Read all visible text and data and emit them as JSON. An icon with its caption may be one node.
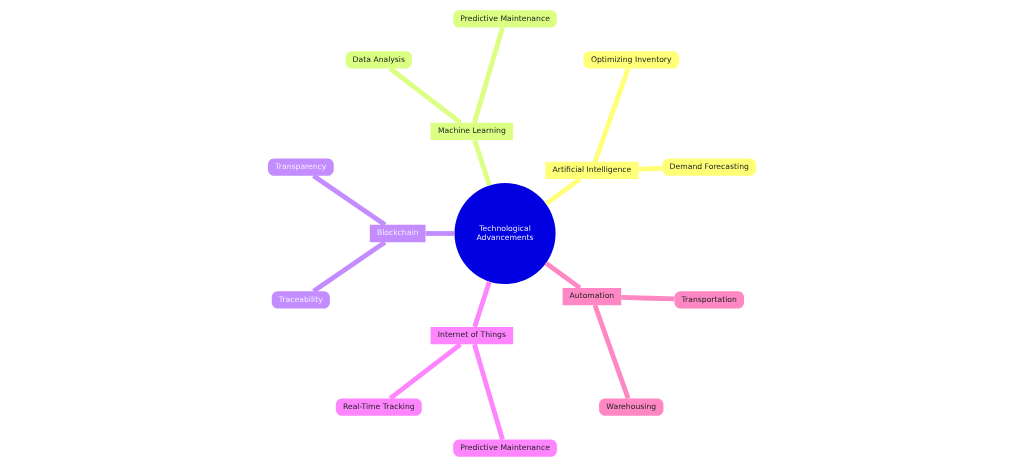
{
  "diagram": {
    "nodes": [
      {
        "text": [
          "Technological Advancements"
        ]
      },
      {
        "text": [
          "Artificial Intelligence"
        ]
      },
      {
        "text": [
          "Demand Forecasting"
        ]
      },
      {
        "text": [
          "Optimizing Inventory"
        ]
      },
      {
        "text": [
          "Machine Learning"
        ]
      },
      {
        "text": [
          "Predictive Maintenance"
        ]
      },
      {
        "text": [
          "Data Analysis"
        ]
      },
      {
        "text": [
          "Blockchain"
        ]
      },
      {
        "text": [
          "Transparency"
        ]
      },
      {
        "text": [
          "Traceability"
        ]
      },
      {
        "text": [
          "Internet of Things"
        ]
      },
      {
        "text": [
          "Real-Time Tracking"
        ]
      },
      {
        "text": [
          "Predictive Maintenance"
        ]
      },
      {
        "text": [
          "Automation"
        ]
      },
      {
        "text": [
          "Warehousing"
        ]
      },
      {
        "text": [
          "Transportation"
        ]
      }
    ],
    "edges": [
      {
        "from": 0,
        "to": 1,
        "arrow": "none",
        "color": "#ffff78"
      },
      {
        "from": 1,
        "to": 2,
        "arrow": "none",
        "color": "#ffff78"
      },
      {
        "from": 1,
        "to": 3,
        "arrow": "none",
        "color": "#ffff78"
      },
      {
        "from": 0,
        "to": 4,
        "arrow": "none",
        "color": "#daff82"
      },
      {
        "from": 4,
        "to": 5,
        "arrow": "none",
        "color": "#daff82"
      },
      {
        "from": 4,
        "to": 6,
        "arrow": "none",
        "color": "#daff82"
      },
      {
        "from": 0,
        "to": 7,
        "arrow": "none",
        "color": "#c38cff"
      },
      {
        "from": 7,
        "to": 8,
        "arrow": "none",
        "color": "#c38cff"
      },
      {
        "from": 7,
        "to": 9,
        "arrow": "none",
        "color": "#c38cff"
      },
      {
        "from": 0,
        "to": 10,
        "arrow": "none",
        "color": "#ff85ff"
      },
      {
        "from": 10,
        "to": 11,
        "arrow": "none",
        "color": "#ff85ff"
      },
      {
        "from": 10,
        "to": 12,
        "arrow": "none",
        "color": "#ff85ff"
      },
      {
        "from": 0,
        "to": 13,
        "arrow": "none",
        "color": "#ff88c4"
      },
      {
        "from": 13,
        "to": 14,
        "arrow": "none",
        "color": "#ff88c4"
      },
      {
        "from": 13,
        "to": 15,
        "arrow": "none",
        "color": "#ff88c4"
      }
    ]
  }
}
